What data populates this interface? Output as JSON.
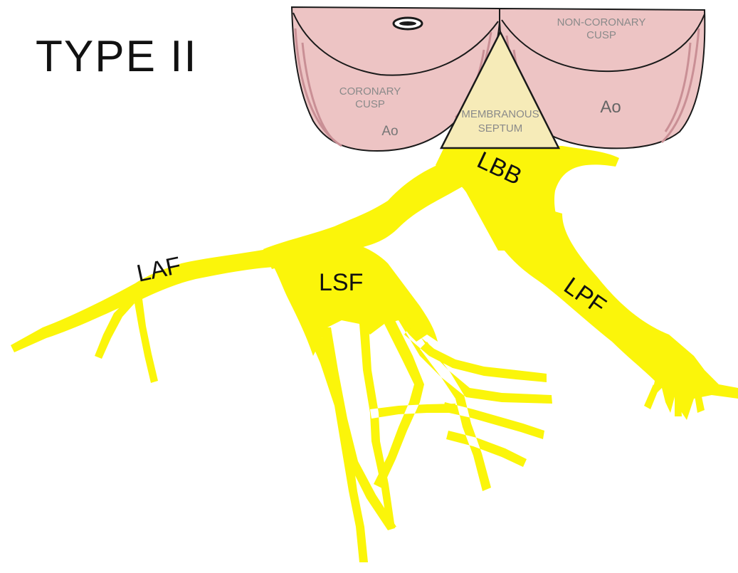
{
  "title": "TYPE II",
  "colors": {
    "conduction": "#fbf50a",
    "cusp_fill": "#edc4c4",
    "cusp_shadow": "#d9a5a8",
    "septum_fill": "#f6ebb8",
    "outline": "#1a1a1a"
  },
  "labels": {
    "left_cusp_line1": "CORONARY",
    "left_cusp_line2": "CUSP",
    "left_ao": "Ao",
    "right_cusp_line1": "NON-CORONARY",
    "right_cusp_line2": "CUSP",
    "right_ao": "Ao",
    "septum_line1": "MEMBRANOUS",
    "septum_line2": "SEPTUM"
  },
  "fascicles": {
    "lbb": "LBB",
    "laf": "LAF",
    "lsf": "LSF",
    "lpf": "LPF"
  },
  "icons": {
    "coronary_ostium": "coronary-ostium-icon"
  }
}
